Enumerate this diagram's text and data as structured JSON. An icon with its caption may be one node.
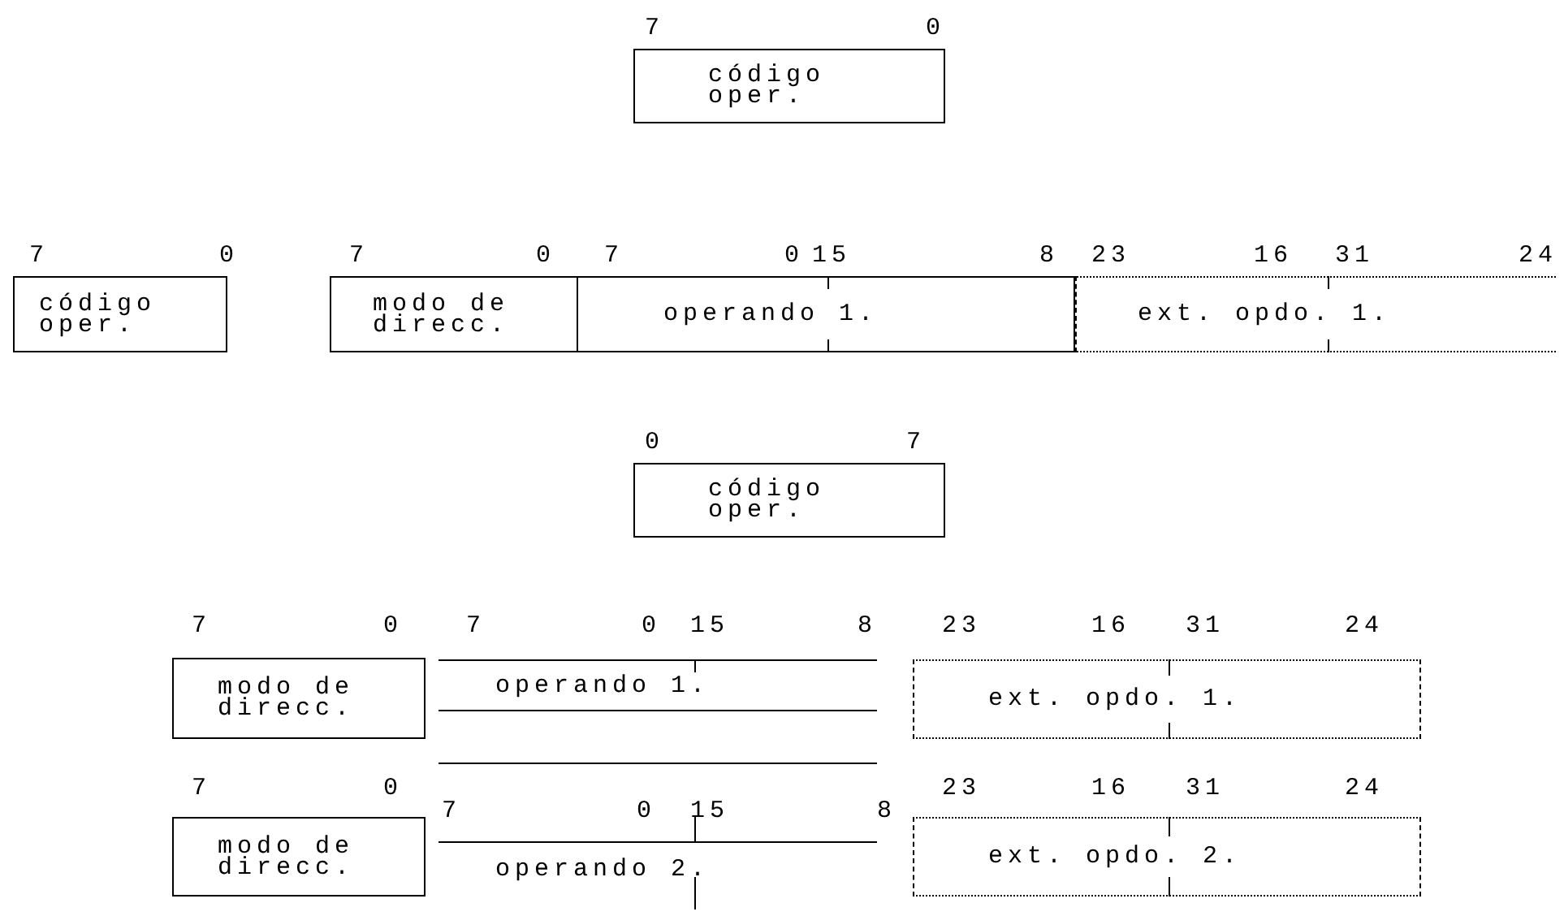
{
  "diagram": {
    "nodes": [
      {
        "text": [
          "código oper."
        ]
      },
      {
        "text": [
          "código oper."
        ]
      },
      {
        "text": [
          "modo de direcc."
        ]
      },
      {
        "text": [
          "operando 1."
        ]
      },
      {
        "text": [
          "ext. opdo. 1."
        ]
      },
      {
        "text": [
          "código oper."
        ]
      },
      {
        "text": [
          "modo de direcc."
        ]
      },
      {
        "text": [
          "operando 1."
        ]
      },
      {
        "text": [
          "ext. opdo. 1."
        ]
      },
      {
        "text": [
          "modo de direcc."
        ]
      },
      {
        "text": [
          "operando 2."
        ]
      },
      {
        "text": [
          "ext. opdo. 2."
        ]
      }
    ],
    "labels": [
      "7",
      "0",
      "7",
      "0",
      "7",
      "0",
      "7",
      "0",
      "15",
      "8",
      "23",
      "16",
      "31",
      "24",
      "0",
      "7",
      "7",
      "0",
      "7",
      "0",
      "15",
      "8",
      "23",
      "16",
      "31",
      "24",
      "7",
      "0",
      "7",
      "0",
      "15",
      "8",
      "23",
      "16",
      "31",
      "24"
    ]
  }
}
